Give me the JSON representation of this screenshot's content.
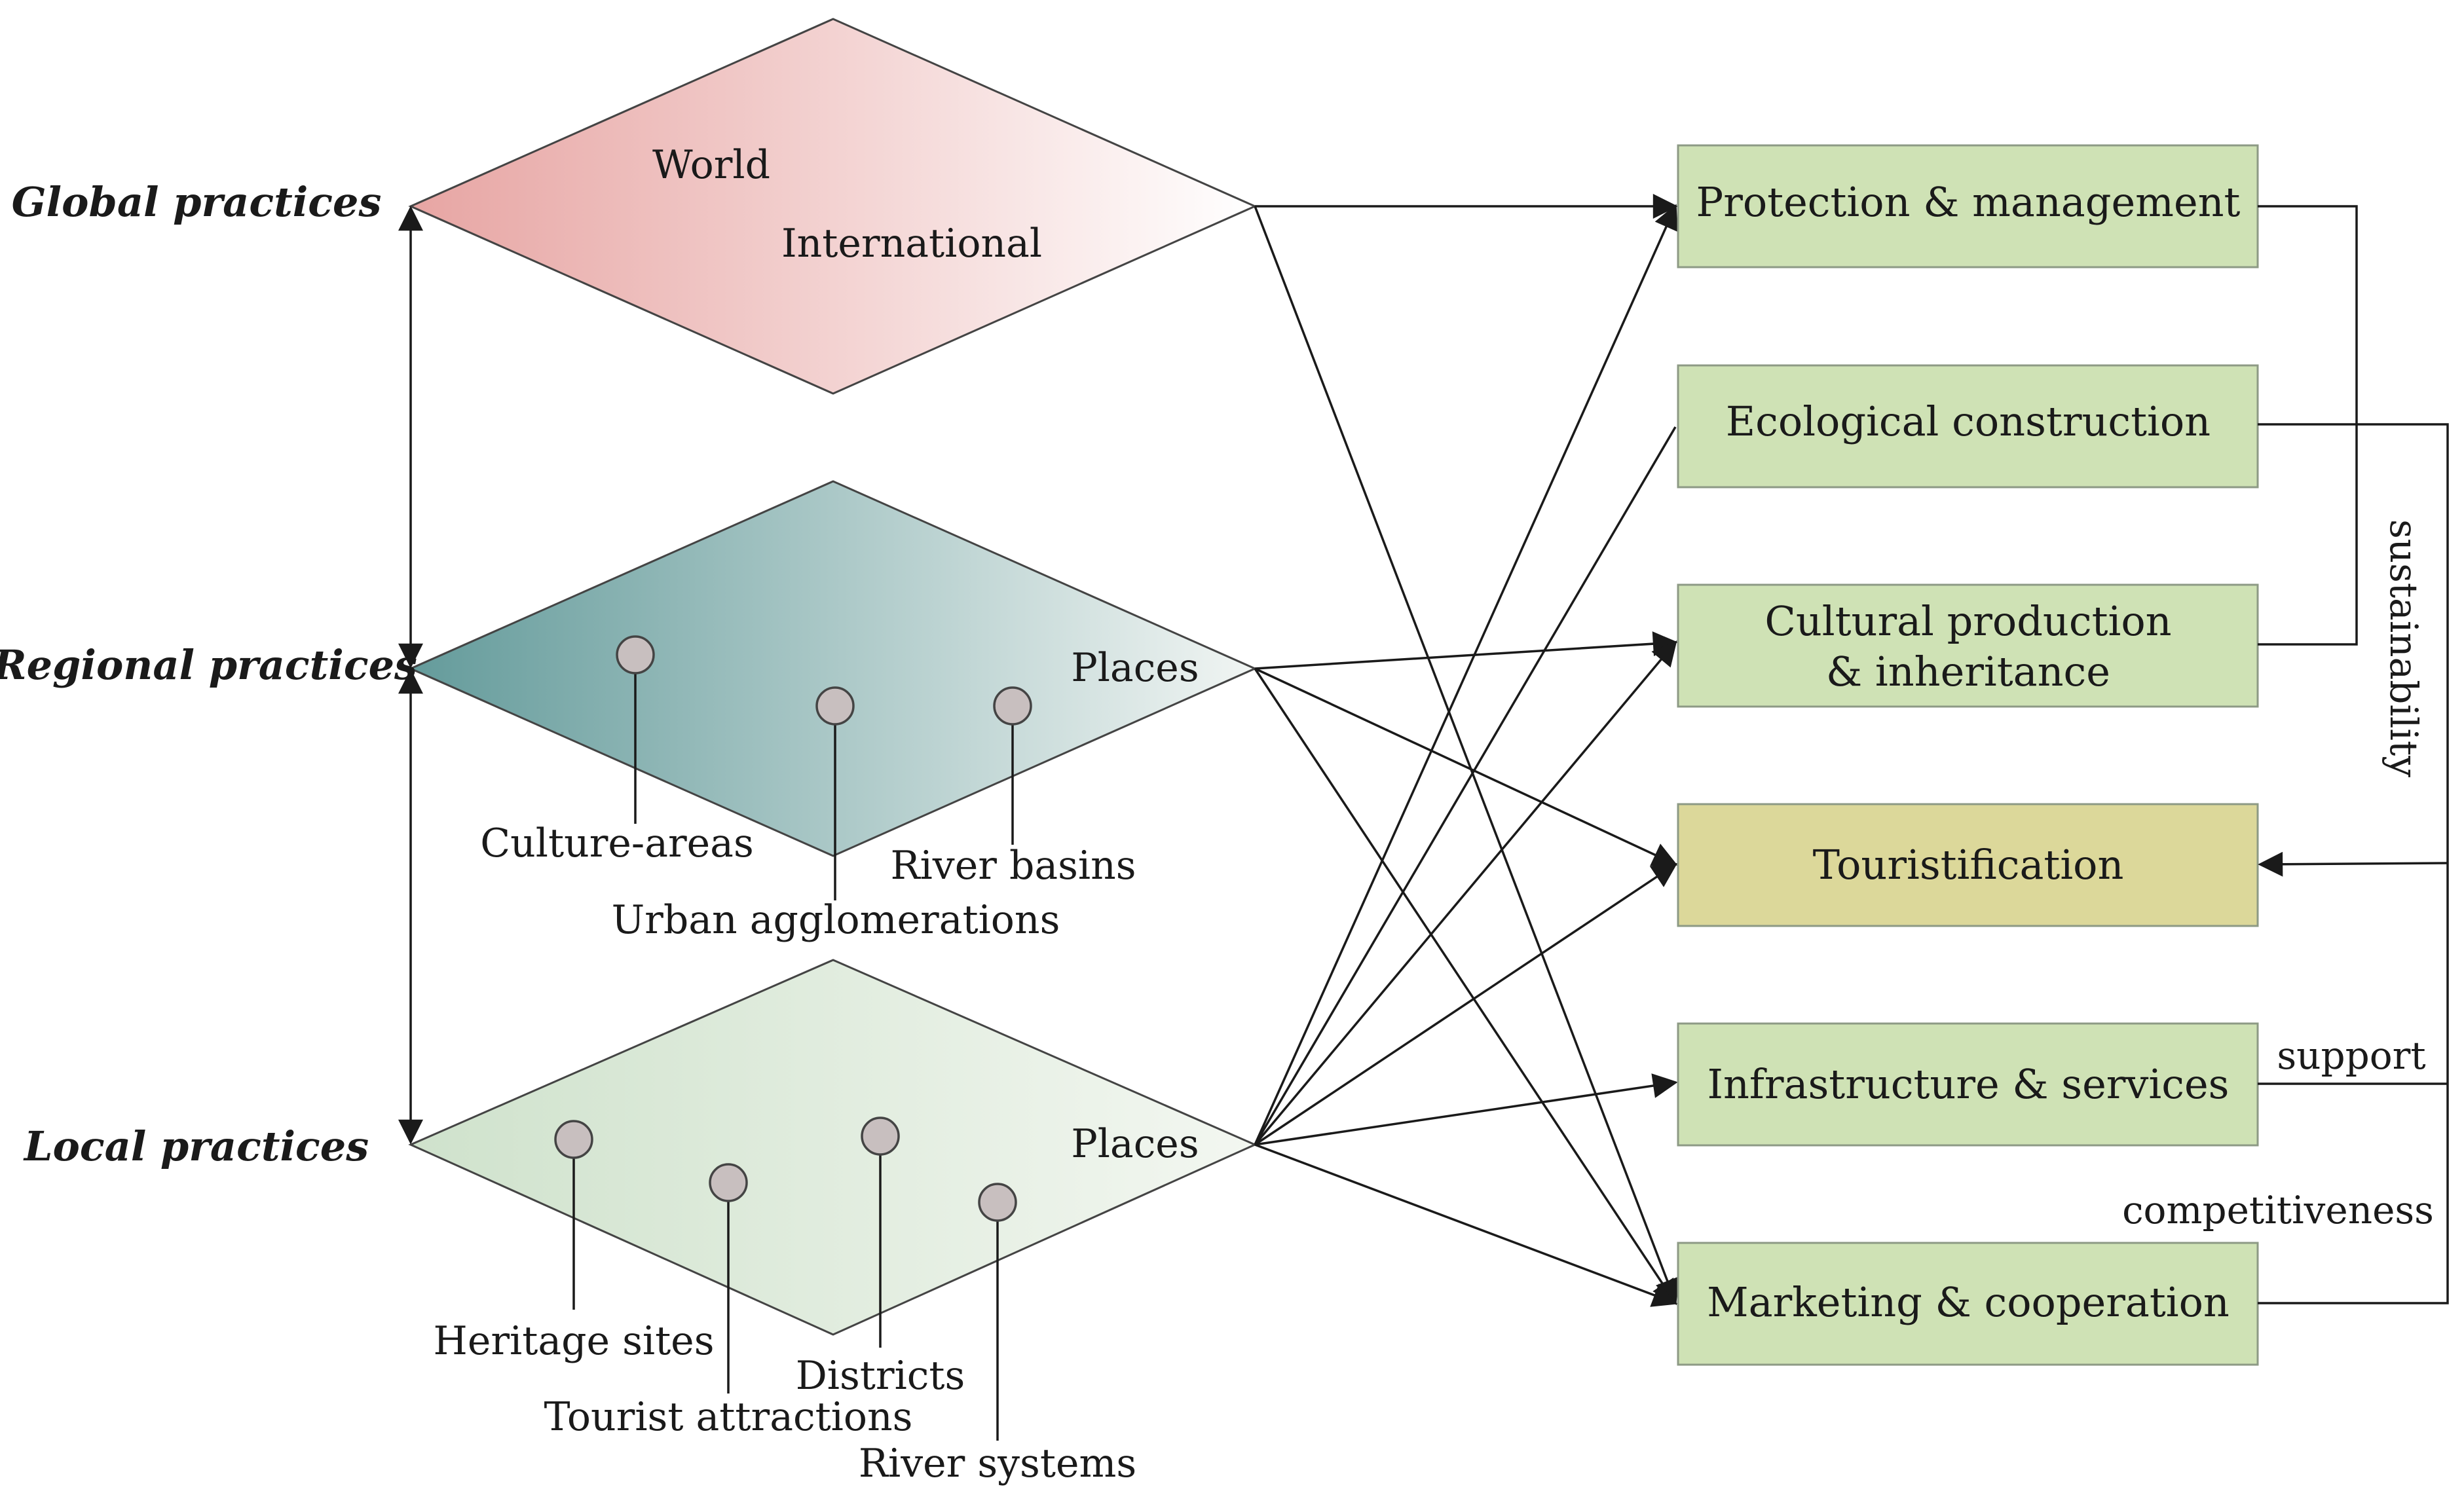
{
  "tiers": {
    "global": "Global practices",
    "regional": "Regional practices",
    "local": "Local practices"
  },
  "global_diamond": {
    "world": "World",
    "international": "International"
  },
  "regional_diamond": {
    "places": "Places",
    "culture_areas": "Culture-areas",
    "urban_agglomerations": "Urban agglomerations",
    "river_basins": "River basins"
  },
  "local_diamond": {
    "places": "Places",
    "heritage_sites": "Heritage sites",
    "tourist_attractions": "Tourist attractions",
    "districts": "Districts",
    "river_systems": "River systems"
  },
  "outcomes": {
    "protection": "Protection & management",
    "ecological": "Ecological construction",
    "cultural_line1": "Cultural production",
    "cultural_line2": "& inheritance",
    "touristification": "Touristification",
    "infrastructure": "Infrastructure & services",
    "marketing": "Marketing & cooperation"
  },
  "feedback": {
    "sustainability": "sustainability",
    "support": "support",
    "competitiveness": "competitiveness"
  },
  "colors": {
    "global_fill_dark": "#e7a5a3",
    "global_fill_light": "#ffffff",
    "regional_fill_dark": "#649b9b",
    "regional_fill_light": "#f1f5f3",
    "local_fill_dark": "#cfe2cc",
    "local_fill_light": "#f3f7f1",
    "outcome_box": "#cfe2b5",
    "touristification_box": "#dcd89a"
  }
}
